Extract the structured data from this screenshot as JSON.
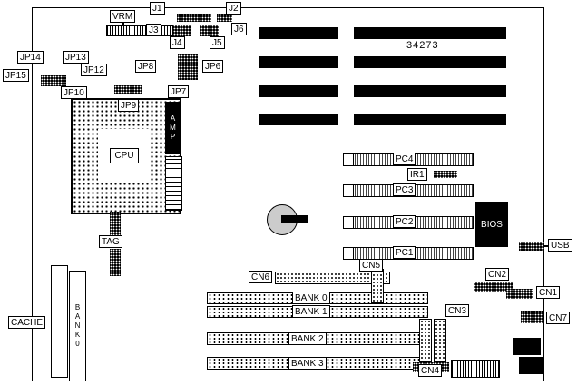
{
  "diagram": {
    "part_number": "34273",
    "labels": {
      "vrm": "VRM",
      "j1": "J1",
      "j2": "J2",
      "j3": "J3",
      "j4": "J4",
      "j5": "J5",
      "j6": "J6",
      "jp6": "JP6",
      "jp7": "JP7",
      "jp8": "JP8",
      "jp9": "JP9",
      "jp10": "JP10",
      "jp12": "JP12",
      "jp13": "JP13",
      "jp14": "JP14",
      "jp15": "JP15",
      "cpu": "CPU",
      "amp": "AMP",
      "tag": "TAG",
      "cache": "CACHE",
      "bank0_chip": "BANK0",
      "bank0": "BANK 0",
      "bank1": "BANK 1",
      "bank2": "BANK 2",
      "bank3": "BANK 3",
      "pc1": "PC1",
      "pc2": "PC2",
      "pc3": "PC3",
      "pc4": "PC4",
      "ir1": "IR1",
      "bios": "BIOS",
      "usb": "USB",
      "cn1": "CN1",
      "cn2": "CN2",
      "cn3": "CN3",
      "cn4": "CN4",
      "cn5": "CN5",
      "cn6": "CN6",
      "cn7": "CN7"
    }
  }
}
